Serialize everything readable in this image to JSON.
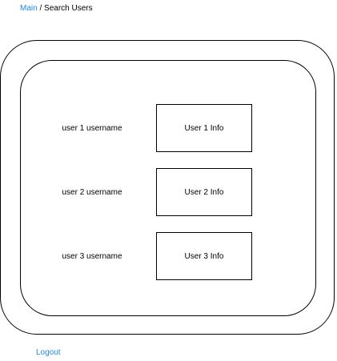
{
  "breadcrumb": {
    "main_label": "Main",
    "separator": " / ",
    "current_label": "Search Users"
  },
  "users": [
    {
      "username": "user 1 username",
      "info": "User 1 Info"
    },
    {
      "username": "user 2 username",
      "info": "User 2 Info"
    },
    {
      "username": "user 3 username",
      "info": "User 3 Info"
    }
  ],
  "footer": {
    "logout_label": "Logout"
  },
  "colors": {
    "link": "#1e88e5",
    "border": "#000000",
    "text": "#000000",
    "background": "#ffffff"
  }
}
